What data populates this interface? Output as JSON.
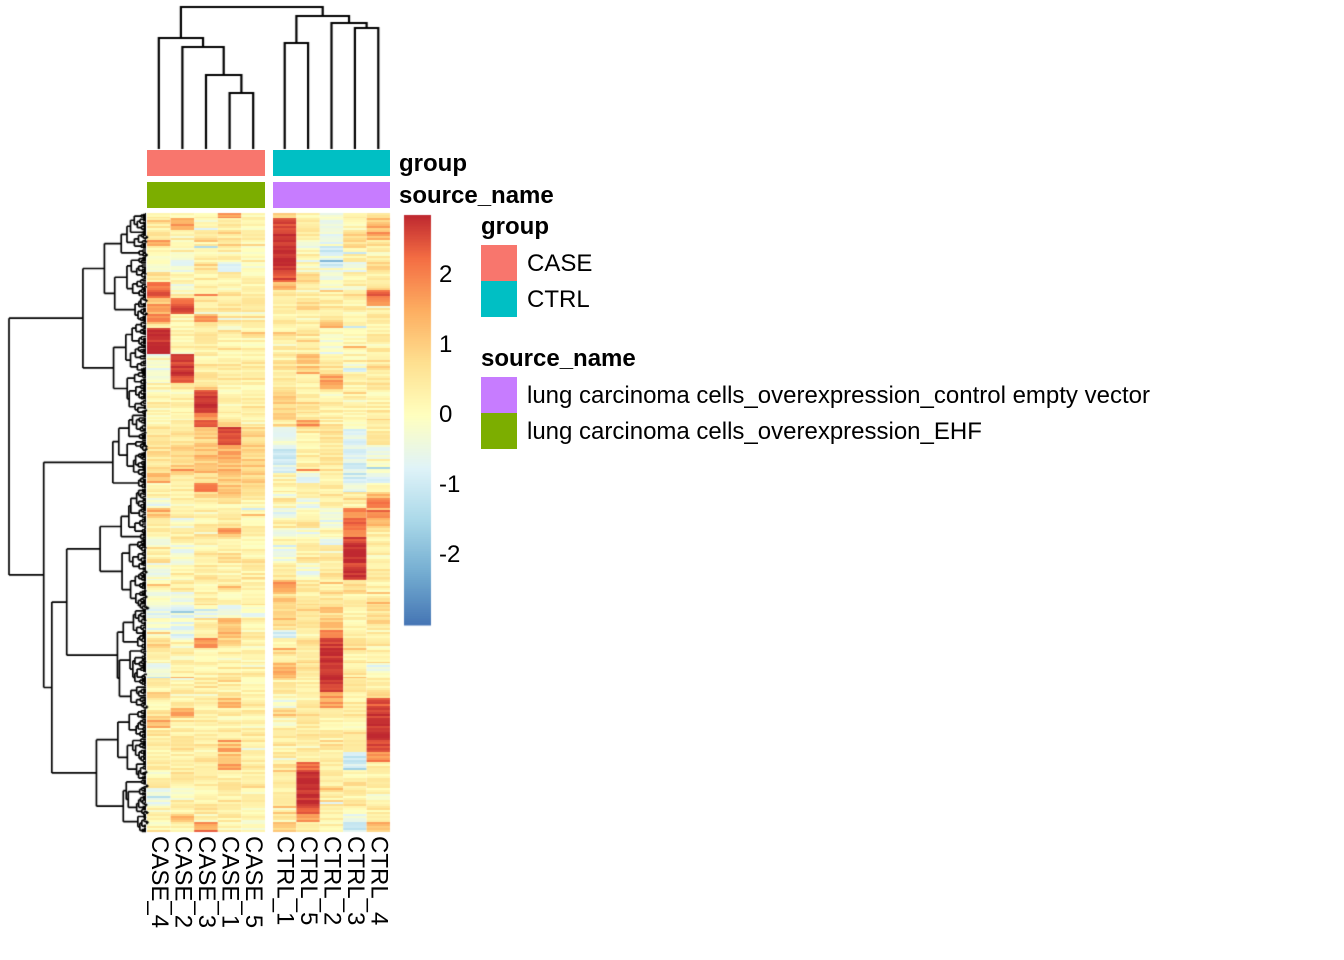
{
  "figure_title": "",
  "annotation_tracks": {
    "group_label": "group",
    "source_name_label": "source_name",
    "group_segments": [
      {
        "value": "CASE",
        "color": "#F8766D"
      },
      {
        "value": "CTRL",
        "color": "#00BFC4"
      }
    ],
    "source_segments": [
      {
        "value": "lung carcinoma cells_overexpression_EHF",
        "color": "#7CAE00"
      },
      {
        "value": "lung carcinoma cells_overexpression_control empty vector",
        "color": "#C77CFF"
      }
    ]
  },
  "legend": {
    "group": {
      "title": "group",
      "items": [
        {
          "label": "CASE",
          "color": "#F8766D"
        },
        {
          "label": "CTRL",
          "color": "#00BFC4"
        }
      ]
    },
    "source_name": {
      "title": "source_name",
      "items": [
        {
          "label": "lung carcinoma cells_overexpression_control empty vector",
          "color": "#C77CFF"
        },
        {
          "label": "lung carcinoma cells_overexpression_EHF",
          "color": "#7CAE00"
        }
      ]
    }
  },
  "chart_data": {
    "type": "heatmap",
    "title": "",
    "columns": [
      "CASE_4",
      "CASE_2",
      "CASE_3",
      "CASE_1",
      "CASE_5",
      "CTRL_1",
      "CTRL_5",
      "CTRL_2",
      "CTRL_3",
      "CTRL_4"
    ],
    "column_groups": {
      "CASE": [
        "CASE_4",
        "CASE_2",
        "CASE_3",
        "CASE_1",
        "CASE_5"
      ],
      "CTRL": [
        "CTRL_1",
        "CTRL_5",
        "CTRL_2",
        "CTRL_3",
        "CTRL_4"
      ]
    },
    "values_scale": "row z-score",
    "colorbar_ticks": [
      "2",
      "1",
      "0",
      "-1",
      "-2"
    ],
    "colorbar_tick_values": [
      2,
      1,
      0,
      -1,
      -2
    ],
    "colorbar_range": [
      -3,
      2.857
    ],
    "palette_stops": [
      [
        -3.0,
        "#4575B4"
      ],
      [
        -2.25,
        "#74ADD1"
      ],
      [
        -1.5,
        "#ABD9E9"
      ],
      [
        -0.75,
        "#E0F3F8"
      ],
      [
        0.0,
        "#FFFFBF"
      ],
      [
        0.75,
        "#FEE090"
      ],
      [
        1.5,
        "#FDAE61"
      ],
      [
        2.25,
        "#F46D43"
      ],
      [
        3.0,
        "#B2182B"
      ]
    ],
    "bands": [
      [
        5,
        0.2,
        0.2,
        0.0,
        1.8,
        0.3,
        0.8,
        0.3,
        -0.3,
        0.4,
        0.6
      ],
      [
        12,
        0.3,
        1.6,
        0.1,
        0.4,
        0.2,
        2.6,
        0.4,
        -0.6,
        0.2,
        1.2
      ],
      [
        10,
        0.8,
        0.3,
        0.5,
        0.6,
        0.3,
        2.7,
        0.5,
        -0.7,
        0.6,
        1.5
      ],
      [
        8,
        1.5,
        0.2,
        0.4,
        0.8,
        0.4,
        2.7,
        -0.2,
        -0.4,
        1.0,
        0.5
      ],
      [
        14,
        0.2,
        -0.3,
        0.3,
        0.2,
        0.1,
        2.8,
        0.3,
        -0.5,
        0.3,
        0.3
      ],
      [
        10,
        -0.2,
        -0.4,
        0.8,
        -0.5,
        0.1,
        2.8,
        0.2,
        -0.8,
        -0.3,
        0.8
      ],
      [
        10,
        0.5,
        0.1,
        0.3,
        0.3,
        0.2,
        2.5,
        0.8,
        -0.3,
        0.2,
        0.4
      ],
      [
        8,
        2.2,
        0.2,
        0.5,
        0.2,
        0.3,
        1.5,
        0.5,
        0.0,
        0.3,
        0.8
      ],
      [
        8,
        2.3,
        0.4,
        0.3,
        0.4,
        0.2,
        0.3,
        0.3,
        0.3,
        0.5,
        2.2
      ],
      [
        8,
        1.2,
        2.2,
        0.4,
        0.5,
        0.3,
        0.5,
        0.6,
        0.4,
        0.2,
        1.8
      ],
      [
        8,
        1.8,
        2.4,
        0.2,
        0.3,
        0.2,
        0.4,
        0.5,
        0.3,
        0.4,
        0.4
      ],
      [
        8,
        1.9,
        0.3,
        1.6,
        0.4,
        0.3,
        0.3,
        0.4,
        0.5,
        0.3,
        0.5
      ],
      [
        6,
        0.8,
        0.2,
        0.8,
        0.2,
        0.3,
        0.6,
        0.3,
        1.5,
        0.4,
        0.3
      ],
      [
        26,
        2.8,
        0.2,
        0.3,
        0.4,
        0.3,
        0.3,
        0.4,
        -0.2,
        0.2,
        0.3
      ],
      [
        10,
        -0.3,
        2.6,
        0.3,
        0.2,
        0.4,
        0.5,
        1.5,
        0.3,
        0.3,
        0.4
      ],
      [
        10,
        -0.4,
        2.7,
        0.4,
        0.3,
        0.2,
        0.6,
        1.2,
        0.5,
        -0.3,
        0.5
      ],
      [
        9,
        -0.2,
        2.5,
        0.5,
        0.4,
        0.3,
        0.3,
        0.4,
        1.4,
        0.4,
        0.3
      ],
      [
        7,
        0.3,
        0.4,
        0.8,
        0.3,
        0.2,
        0.6,
        0.3,
        1.2,
        0.2,
        0.6
      ],
      [
        23,
        0.2,
        0.3,
        2.7,
        0.3,
        0.4,
        0.8,
        0.5,
        0.3,
        0.2,
        0.4
      ],
      [
        7,
        0.3,
        0.2,
        1.8,
        0.5,
        0.3,
        1.4,
        0.4,
        0.4,
        0.3,
        0.5
      ],
      [
        7,
        0.2,
        0.4,
        2.5,
        0.8,
        0.3,
        0.5,
        1.5,
        0.4,
        0.2,
        0.3
      ],
      [
        18,
        0.4,
        0.5,
        0.8,
        2.6,
        0.8,
        -0.5,
        0.3,
        0.5,
        -0.6,
        0.4
      ],
      [
        28,
        0.8,
        0.9,
        1.2,
        1.4,
        0.9,
        -0.7,
        0.4,
        0.6,
        -0.8,
        -0.3
      ],
      [
        10,
        1.4,
        0.6,
        0.8,
        1.0,
        0.8,
        0.3,
        -0.4,
        0.3,
        -0.9,
        -0.5
      ],
      [
        9,
        0.4,
        0.5,
        2.2,
        1.2,
        0.6,
        0.4,
        0.3,
        0.4,
        -0.5,
        0.3
      ],
      [
        6,
        0.3,
        0.2,
        0.8,
        1.0,
        0.4,
        -0.3,
        0.3,
        0.5,
        0.3,
        1.2
      ],
      [
        10,
        -0.4,
        0.3,
        0.2,
        0.3,
        0.2,
        0.4,
        -0.5,
        0.3,
        0.5,
        2.0
      ],
      [
        10,
        1.2,
        0.3,
        0.4,
        0.2,
        0.3,
        -0.4,
        0.3,
        -0.6,
        1.8,
        1.9
      ],
      [
        10,
        0.2,
        -0.3,
        0.3,
        0.4,
        0.2,
        0.3,
        0.4,
        -0.5,
        2.2,
        1.2
      ],
      [
        9,
        0.3,
        0.4,
        0.8,
        1.4,
        0.3,
        -0.3,
        -0.4,
        0.4,
        2.0,
        0.4
      ],
      [
        8,
        -0.3,
        0.3,
        0.4,
        0.3,
        0.2,
        0.4,
        0.3,
        -0.3,
        2.6,
        0.5
      ],
      [
        18,
        0.4,
        -0.4,
        0.3,
        0.5,
        0.3,
        -0.5,
        0.4,
        0.3,
        2.8,
        0.3
      ],
      [
        17,
        -0.3,
        0.2,
        0.4,
        0.3,
        0.4,
        0.3,
        -0.3,
        0.5,
        2.7,
        0.4
      ],
      [
        12,
        0.3,
        0.4,
        0.2,
        0.4,
        0.3,
        1.6,
        0.5,
        0.4,
        0.8,
        0.3
      ],
      [
        13,
        -0.4,
        -0.5,
        0.3,
        0.2,
        0.2,
        0.8,
        0.4,
        0.6,
        0.5,
        0.8
      ],
      [
        13,
        -0.5,
        -0.6,
        -0.3,
        -0.4,
        -0.3,
        1.2,
        0.8,
        0.9,
        0.4,
        0.6
      ],
      [
        12,
        -0.3,
        -0.4,
        0.4,
        1.2,
        0.3,
        0.9,
        0.5,
        1.2,
        0.3,
        0.8
      ],
      [
        8,
        0.2,
        -0.5,
        0.3,
        1.5,
        0.4,
        -0.8,
        0.5,
        2.0,
        0.5,
        0.4
      ],
      [
        10,
        0.8,
        -0.3,
        1.8,
        0.8,
        0.3,
        0.3,
        0.8,
        2.6,
        0.4,
        0.3
      ],
      [
        15,
        0.3,
        0.2,
        0.3,
        0.3,
        0.2,
        0.5,
        0.4,
        2.8,
        0.3,
        0.4
      ],
      [
        15,
        -0.3,
        0.4,
        0.2,
        0.4,
        0.3,
        1.3,
        0.5,
        2.8,
        0.4,
        -0.3
      ],
      [
        14,
        0.3,
        0.3,
        0.4,
        0.4,
        0.2,
        0.4,
        0.3,
        2.7,
        0.5,
        0.4
      ],
      [
        6,
        1.4,
        0.3,
        0.3,
        0.5,
        0.3,
        0.3,
        0.4,
        1.8,
        0.3,
        0.8
      ],
      [
        10,
        0.3,
        0.4,
        0.3,
        1.2,
        0.4,
        -0.3,
        0.3,
        1.5,
        0.4,
        2.4
      ],
      [
        10,
        0.4,
        1.5,
        0.2,
        0.3,
        0.3,
        0.8,
        0.4,
        0.3,
        0.3,
        2.7
      ],
      [
        10,
        1.3,
        0.4,
        0.3,
        0.4,
        0.2,
        0.3,
        0.5,
        0.4,
        0.3,
        2.8
      ],
      [
        12,
        0.3,
        0.3,
        0.4,
        0.3,
        0.3,
        0.5,
        0.4,
        0.3,
        0.4,
        2.8
      ],
      [
        12,
        0.2,
        0.4,
        0.3,
        1.4,
        0.4,
        0.4,
        0.3,
        0.5,
        0.3,
        2.6
      ],
      [
        10,
        0.3,
        0.2,
        0.4,
        1.2,
        0.3,
        0.3,
        0.4,
        0.4,
        -1.2,
        1.8
      ],
      [
        8,
        0.4,
        0.3,
        0.3,
        1.4,
        0.3,
        0.4,
        2.2,
        0.3,
        -1.4,
        0.3
      ],
      [
        18,
        0.2,
        0.3,
        0.2,
        0.3,
        0.4,
        0.5,
        2.8,
        0.4,
        0.3,
        0.4
      ],
      [
        18,
        -0.3,
        0.2,
        0.3,
        0.4,
        0.3,
        0.4,
        2.8,
        0.5,
        0.4,
        0.3
      ],
      [
        8,
        0.3,
        0.4,
        0.4,
        0.3,
        0.3,
        0.8,
        2.4,
        0.4,
        0.3,
        0.5
      ],
      [
        8,
        0.3,
        1.4,
        0.3,
        0.4,
        0.2,
        0.3,
        1.8,
        0.3,
        -0.5,
        0.4
      ],
      [
        10,
        0.3,
        0.4,
        1.8,
        0.3,
        0.3,
        1.2,
        0.8,
        0.4,
        -1.0,
        1.4
      ]
    ],
    "column_dendrogram_segments": [
      [
        158.8,
        148,
        158.8,
        38
      ],
      [
        182.4,
        148,
        182.4,
        47
      ],
      [
        206,
        148,
        206,
        75
      ],
      [
        229.6,
        148,
        229.6,
        93
      ],
      [
        253.2,
        148,
        253.2,
        93
      ],
      [
        229.6,
        93,
        253.2,
        93
      ],
      [
        241.4,
        93,
        241.4,
        75
      ],
      [
        206,
        75,
        241.4,
        75
      ],
      [
        223.7,
        75,
        223.7,
        47
      ],
      [
        182.4,
        47,
        223.7,
        47
      ],
      [
        203.05,
        47,
        203.05,
        38
      ],
      [
        158.8,
        38,
        203.05,
        38
      ],
      [
        180.9,
        38,
        180.9,
        7
      ],
      [
        284.7,
        148,
        284.7,
        43
      ],
      [
        308.1,
        148,
        308.1,
        43
      ],
      [
        331.5,
        148,
        331.5,
        23
      ],
      [
        354.9,
        148,
        354.9,
        28
      ],
      [
        378.3,
        148,
        378.3,
        28
      ],
      [
        284.7,
        43,
        308.1,
        43
      ],
      [
        296.4,
        43,
        296.4,
        16
      ],
      [
        354.9,
        28,
        378.3,
        28
      ],
      [
        366.6,
        28,
        366.6,
        23
      ],
      [
        331.5,
        23,
        366.6,
        23
      ],
      [
        349.05,
        23,
        349.05,
        16
      ],
      [
        296.4,
        16,
        349.05,
        16
      ],
      [
        322.7,
        16,
        322.7,
        7
      ],
      [
        180.9,
        7,
        322.7,
        7
      ]
    ],
    "row_dendrogram": {
      "approx_leaves": 270,
      "seed": 7,
      "texture_seed": 11
    }
  }
}
